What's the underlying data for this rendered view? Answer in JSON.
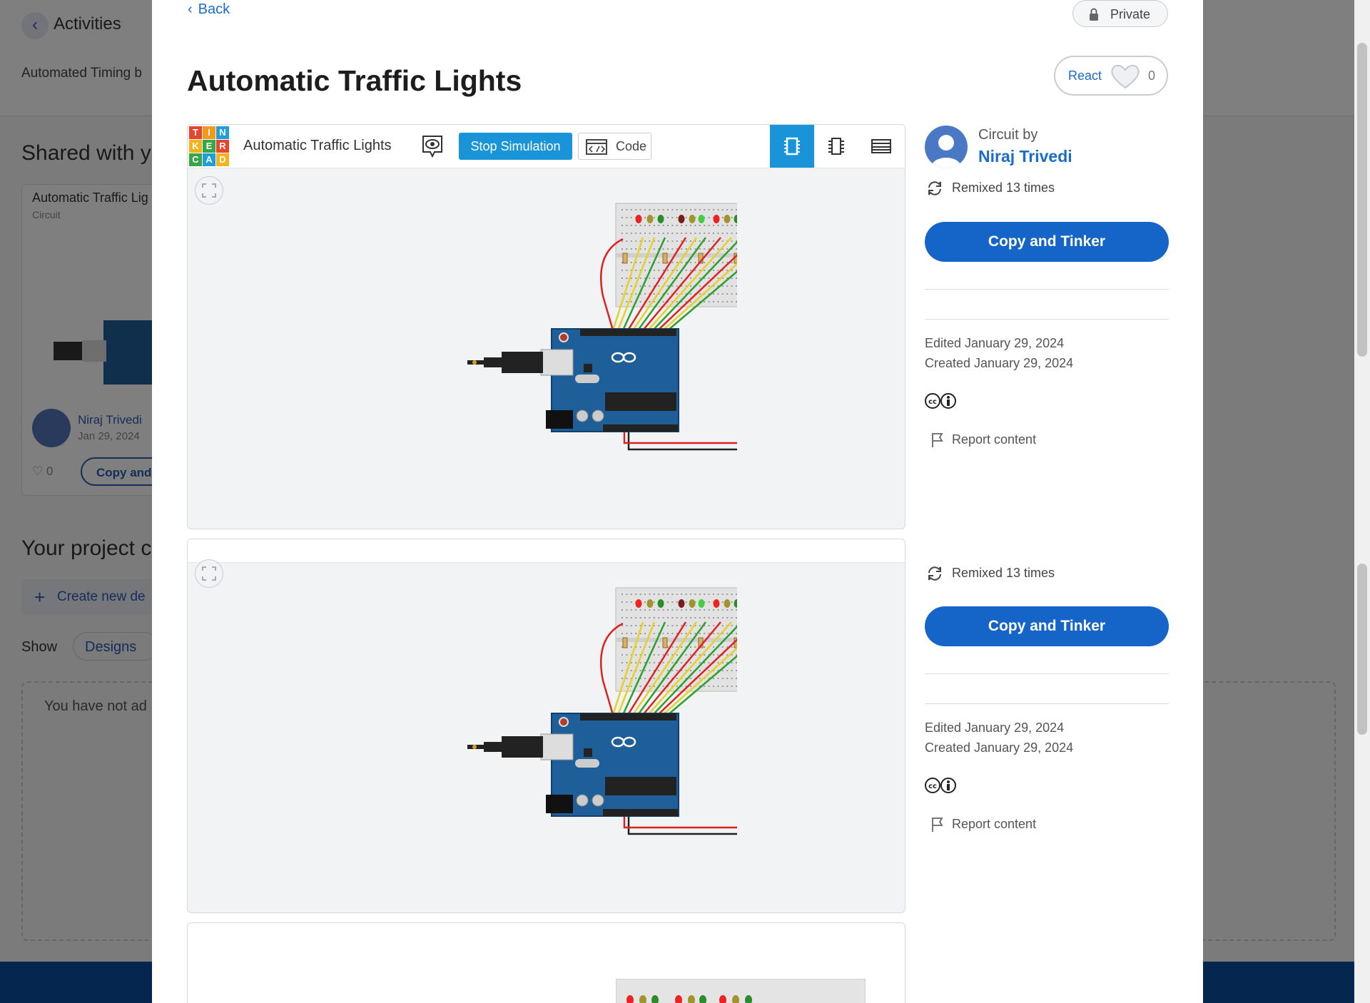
{
  "background": {
    "nav_title": "Activities",
    "subtitle": "Automated Timing b",
    "shared_heading": "Shared with y",
    "card": {
      "title": "Automatic Traffic Lig",
      "type": "Circuit",
      "author": "Niraj Trivedi",
      "date": "Jan 29, 2024",
      "likes": "0",
      "copy_label": "Copy and"
    },
    "projects_heading": "Your project c",
    "create_label": "Create new de",
    "show_label": "Show",
    "designs_label": "Designs",
    "empty_text": "You have not ad"
  },
  "modal": {
    "back_label": "Back",
    "private_label": "Private",
    "title": "Automatic Traffic Lights",
    "react_label": "React",
    "react_count": "0"
  },
  "toolbar": {
    "logo_letters": [
      "T",
      "I",
      "N",
      "K",
      "E",
      "R",
      "C",
      "A",
      "D"
    ],
    "logo_colors": [
      "#e8452c",
      "#f39a1e",
      "#1f9ed8",
      "#f2b31c",
      "#3aa548",
      "#e8452c",
      "#3aa548",
      "#1f9ed8",
      "#f2b31c"
    ],
    "title": "Automatic Traffic Lights",
    "stop_label": "Stop Simulation",
    "code_label": "Code"
  },
  "sidebar": {
    "circuit_by_label": "Circuit by",
    "author": "Niraj Trivedi",
    "remix_1": "Remixed 13 times",
    "copy_1": "Copy and Tinker",
    "edited_1": "Edited January 29, 2024",
    "created_1": "Created January 29, 2024",
    "report_1": "Report content",
    "remix_2": "Remixed 13 times",
    "copy_2": "Copy and Tinker",
    "edited_2": "Edited January 29, 2024",
    "created_2": "Created January 29, 2024",
    "report_2": "Report content"
  },
  "colors": {
    "accent": "#1565c8",
    "sim_blue": "#1a94d9",
    "arduino": "#1e5f99"
  }
}
